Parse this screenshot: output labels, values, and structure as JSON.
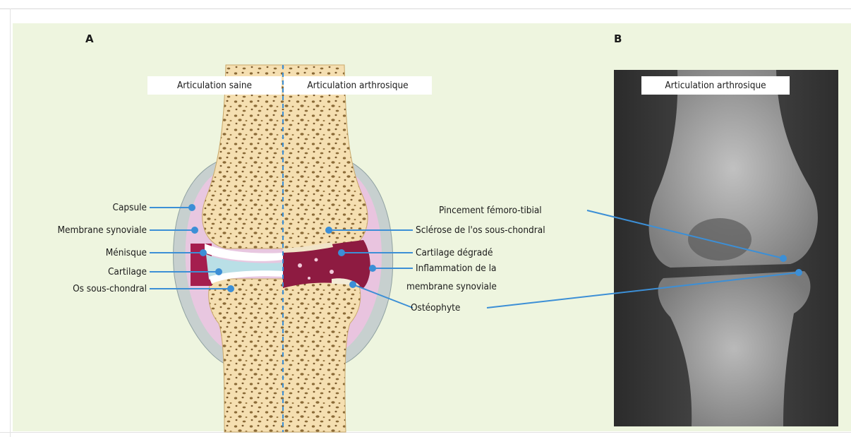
{
  "panels": {
    "a": {
      "letter": "A",
      "title_left": "Articulation saine",
      "title_right": "Articulation arthrosique"
    },
    "b": {
      "letter": "B",
      "title": "Articulation arthrosique"
    }
  },
  "labels_left": {
    "capsule": "Capsule",
    "synovial": "Membrane synoviale",
    "menisque": "Ménisque",
    "cartilage": "Cartilage",
    "os": "Os sous-chondral"
  },
  "labels_right": {
    "sclerose": "Sclérose de l'os sous-chondral",
    "cartilage_degrade": "Cartilage dégradé",
    "inflammation_1": "Inflammation de la",
    "inflammation_2": "membrane synoviale",
    "osteophyte": "Ostéophyte"
  },
  "labels_xray": {
    "pincement": "Pincement fémoro-tibial"
  },
  "colors": {
    "background": "#eef5df",
    "bone": "#f5dfb1",
    "bone_pores": "#8a6a37",
    "capsule": "#c7d0cf",
    "synovial": "#e8c7e0",
    "menisque": "#a51e4e",
    "cartilage": "#b9dfe6",
    "leader": "#3c8fd6",
    "inflammation": "#8e1b41"
  }
}
